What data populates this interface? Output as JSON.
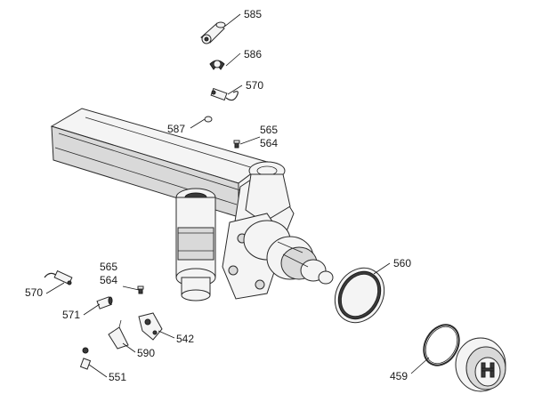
{
  "labels": {
    "p585": "585",
    "p586": "586",
    "p570a": "570",
    "p587": "587",
    "p565a": "565",
    "p564a": "564",
    "p560": "560",
    "p565b": "565",
    "p564b": "564",
    "p570b": "570",
    "p571": "571",
    "p542": "542",
    "p590": "590",
    "p551": "551",
    "p459": "459"
  }
}
